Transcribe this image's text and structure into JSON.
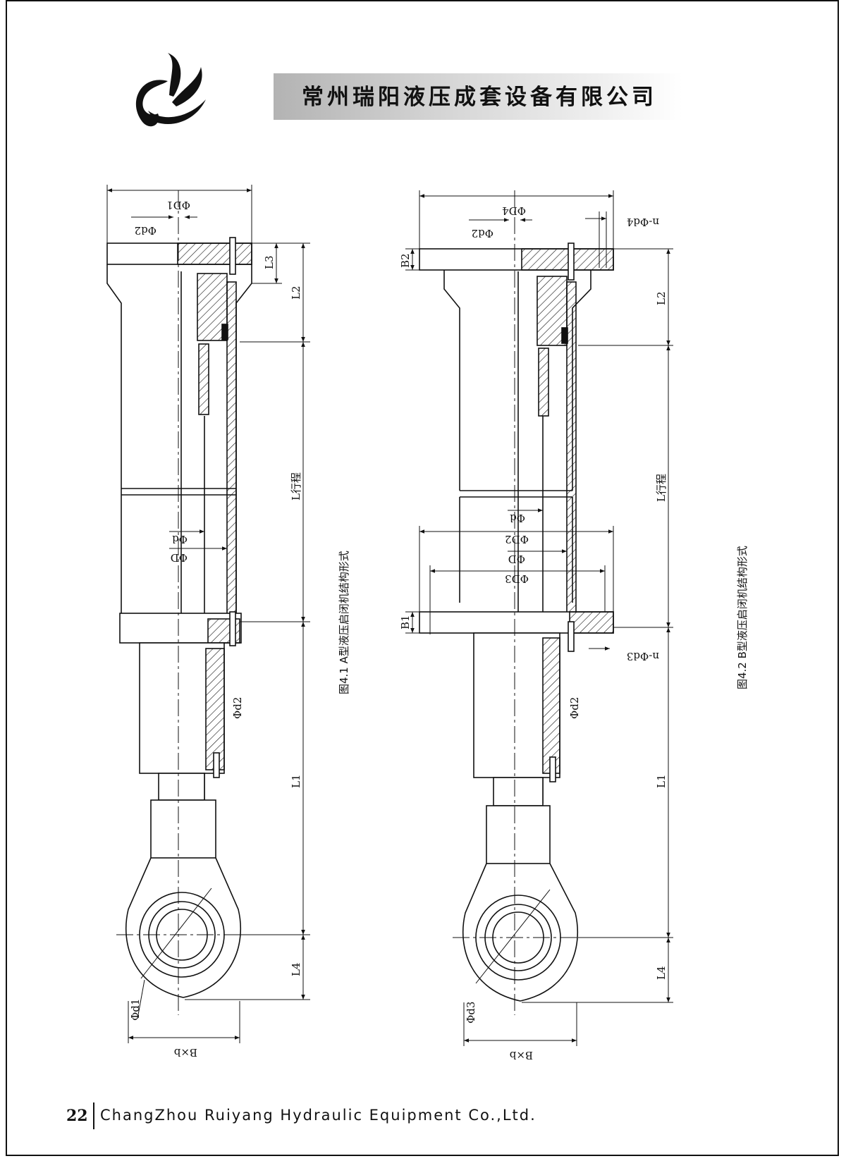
{
  "header": {
    "company_cn": "常州瑞阳液压成套设备有限公司"
  },
  "figure_a": {
    "caption": "图4.1 A型液压启闭机结构形式",
    "labels": {
      "D1": "ΦD1",
      "d2_top": "Φd2",
      "L3": "L3",
      "L2": "L2",
      "stroke": "L行程",
      "d": "Φd",
      "D": "ΦD",
      "d2_mid": "Φd2",
      "L1": "L1",
      "L4": "L4",
      "d1": "Φd1",
      "Bxb": "B×b"
    }
  },
  "figure_b": {
    "caption": "图4.2 B型液压启闭机结构形式",
    "labels": {
      "D4": "ΦD4",
      "d2_top": "Φd2",
      "nd4": "n-Φd4",
      "B2": "B2",
      "L2": "L2",
      "stroke": "L行程",
      "d": "Φd",
      "D2": "ΦD2",
      "D": "ΦD",
      "D3": "ΦD3",
      "B1": "B1",
      "nd3": "n-Φd3",
      "d2_mid": "Φd2",
      "L1": "L1",
      "L4": "L4",
      "d3": "Φd3",
      "Bxb": "B×b"
    }
  },
  "footer": {
    "page_number": "22",
    "company_en": "ChangZhou Ruiyang Hydraulic Equipment Co.,Ltd."
  }
}
